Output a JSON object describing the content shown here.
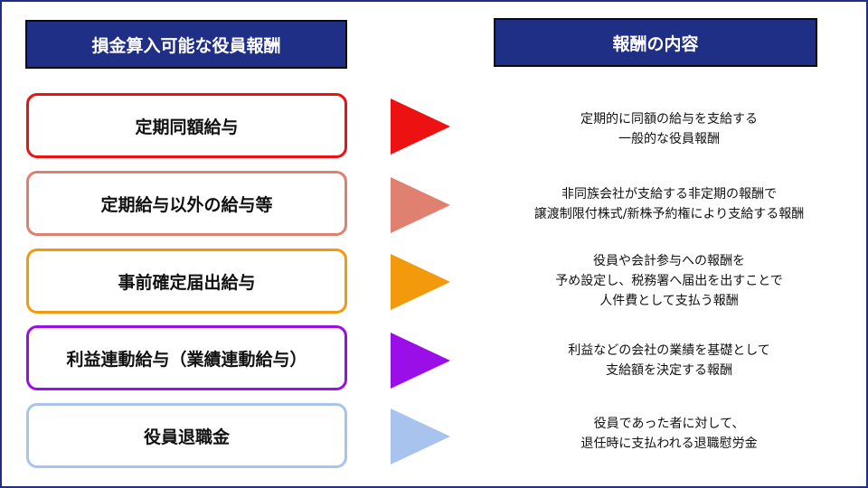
{
  "headers": {
    "left": "損金算入可能な役員報酬",
    "right": "報酬の内容"
  },
  "colors": {
    "header_bg": "#1f2f86",
    "header_text": "#ffffff"
  },
  "rows": [
    {
      "label": "定期同額給与",
      "color": "#ee1111",
      "description": [
        "定期的に同額の給与を支給する",
        "一般的な役員報酬"
      ]
    },
    {
      "label": "定期給与以外の給与等",
      "color": "#e08070",
      "description": [
        "非同族会社が支給する非定期の報酬で",
        "譲渡制限付株式/新株予約権により支給する報酬"
      ]
    },
    {
      "label": "事前確定届出給与",
      "color": "#f39a0c",
      "description": [
        "役員や会計参与への報酬を",
        "予め設定し、税務署へ届出を出すことで",
        "人件費として支払う報酬"
      ]
    },
    {
      "label": "利益連動給与（業績連動給与）",
      "color": "#9a0ee8",
      "description": [
        "利益などの会社の業績を基礎として",
        "支給額を決定する報酬"
      ]
    },
    {
      "label": "役員退職金",
      "color": "#a8c4ee",
      "description": [
        "役員であった者に対して、",
        "退任時に支払われる退職慰労金"
      ]
    }
  ]
}
